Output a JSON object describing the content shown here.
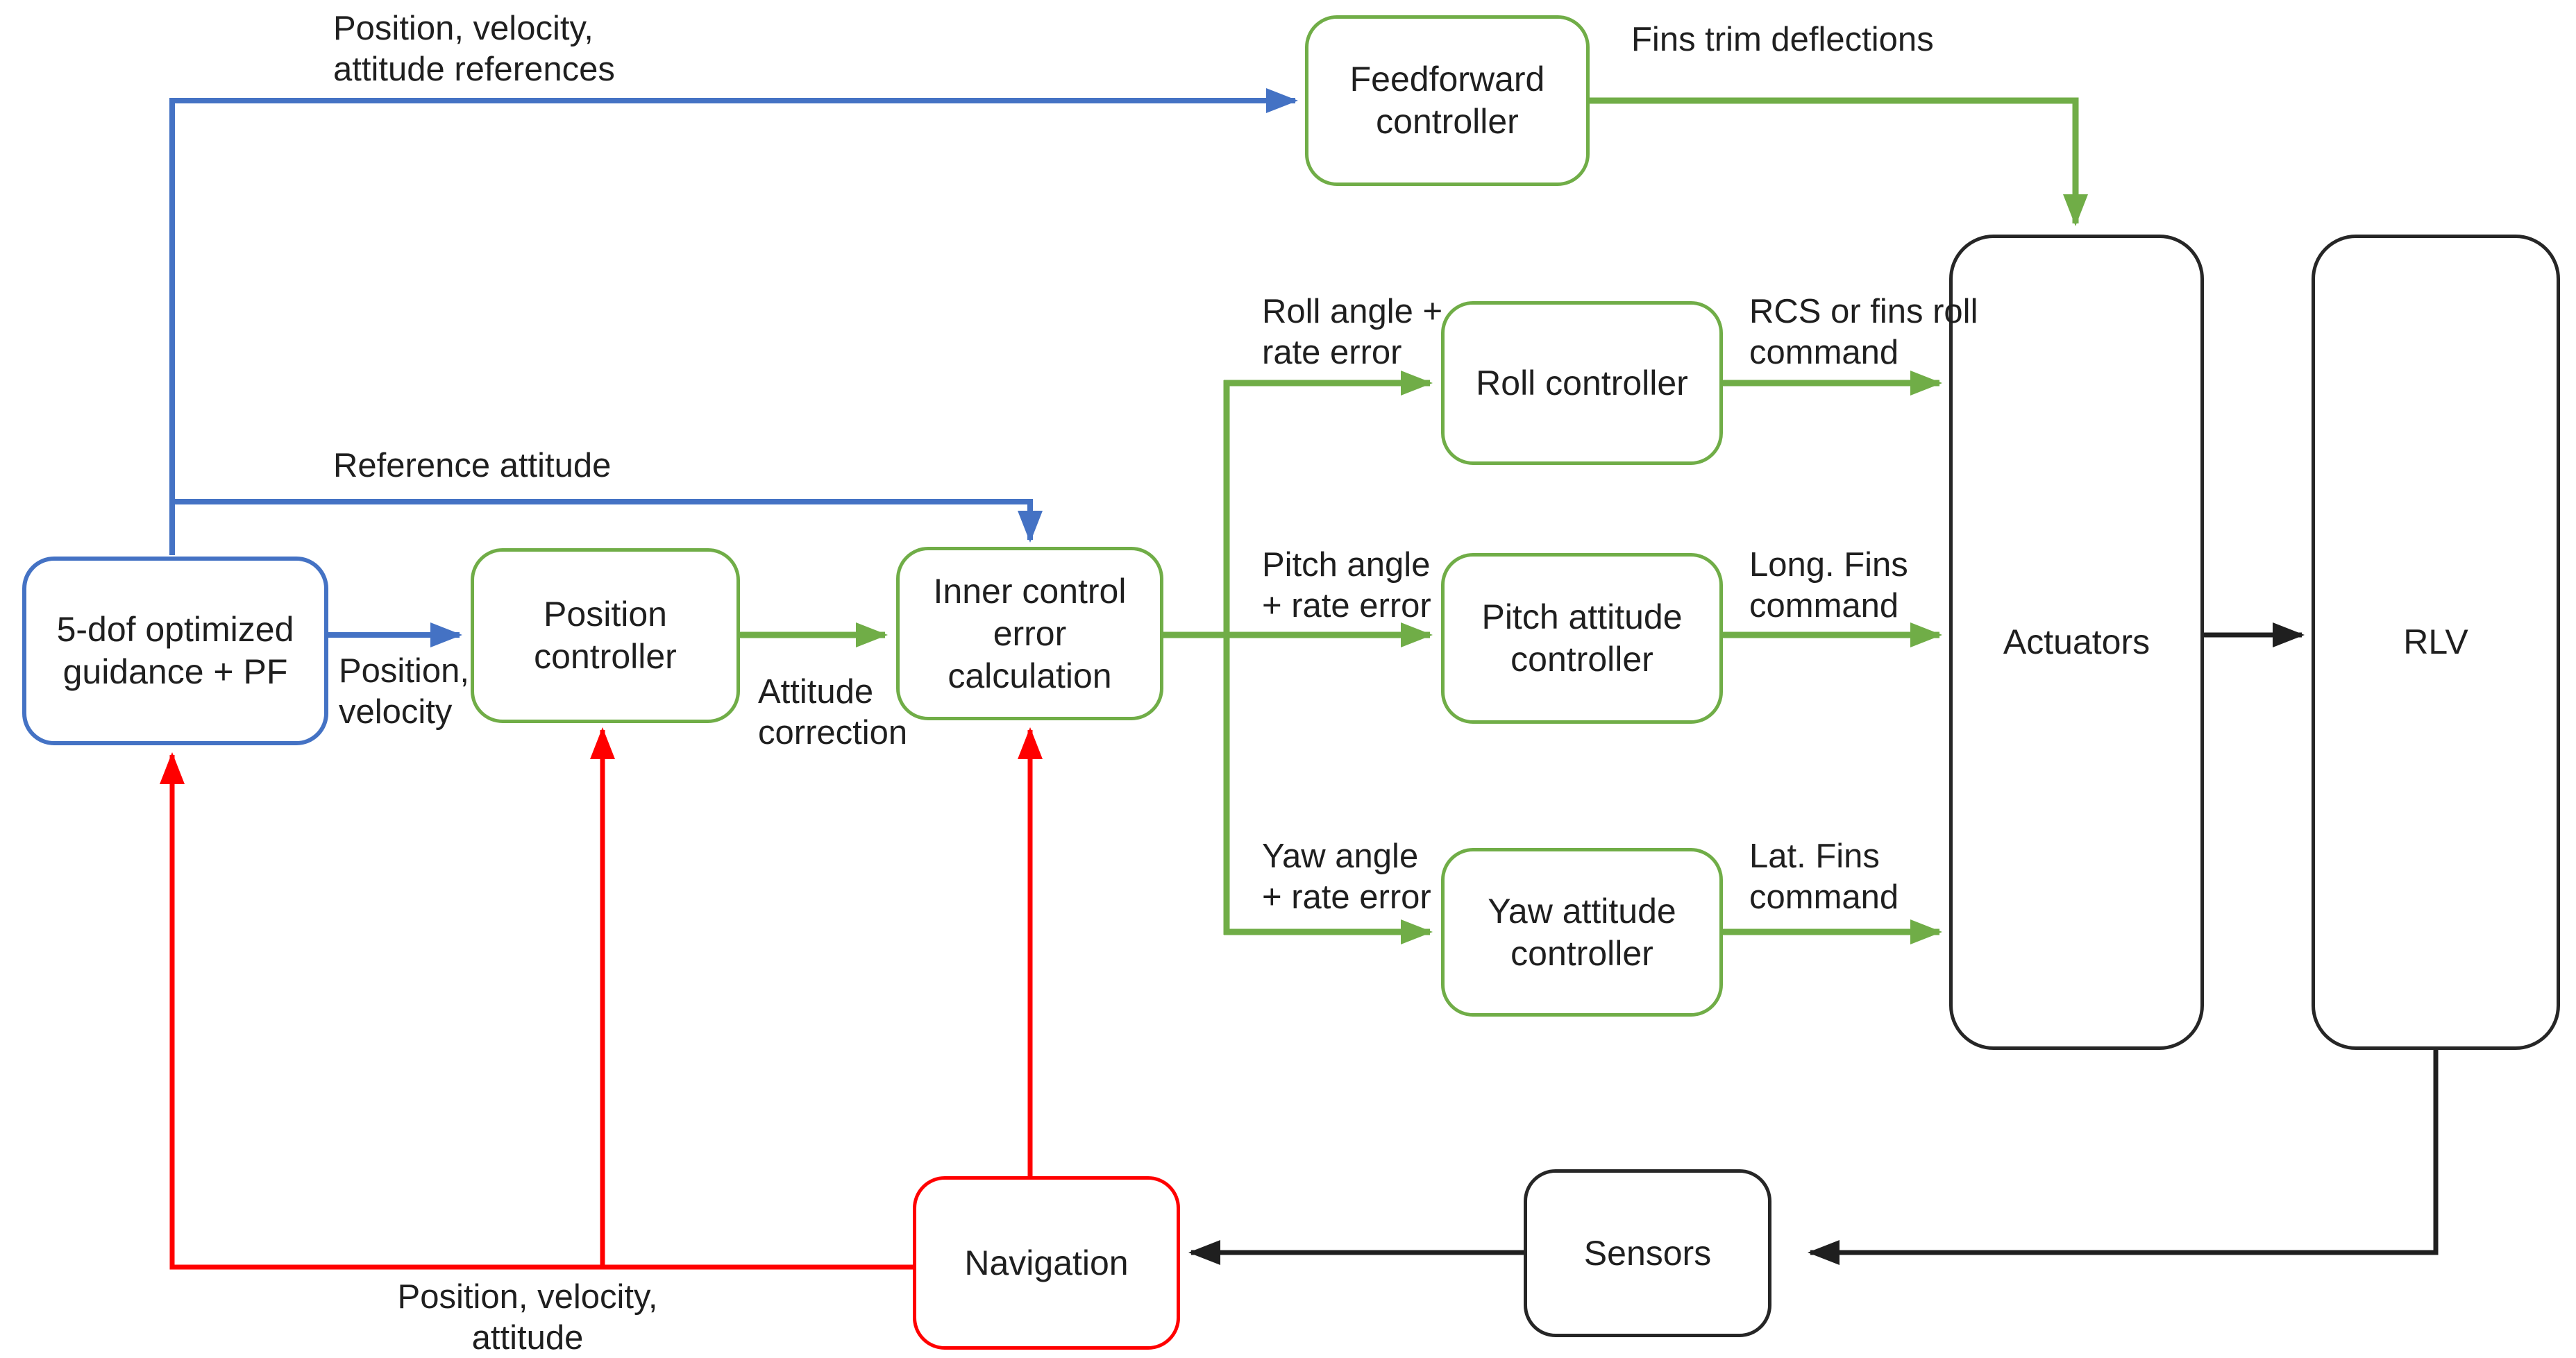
{
  "colors": {
    "blue": "#4472C4",
    "green": "#70AD47",
    "red": "#FF0000",
    "ink": "#1F1F1F"
  },
  "nodes": {
    "guidance": {
      "label": "5-dof optimized\nguidance + PF"
    },
    "position_controller": {
      "label": "Position\ncontroller"
    },
    "inner_control": {
      "label": "Inner control\nerror\ncalculation"
    },
    "feedforward": {
      "label": "Feedforward\ncontroller"
    },
    "roll_controller": {
      "label": "Roll controller"
    },
    "pitch_controller": {
      "label": "Pitch attitude\ncontroller"
    },
    "yaw_controller": {
      "label": "Yaw attitude\ncontroller"
    },
    "actuators": {
      "label": "Actuators"
    },
    "rlv": {
      "label": "RLV"
    },
    "navigation": {
      "label": "Navigation"
    },
    "sensors": {
      "label": "Sensors"
    }
  },
  "edge_labels": {
    "position_velocity_attitude_references": "Position, velocity,\nattitude references",
    "fins_trim_deflections": "Fins trim deflections",
    "reference_attitude": "Reference attitude",
    "position_velocity": "Position,\nvelocity",
    "attitude_correction": "Attitude\ncorrection",
    "roll_angle_rate_error": "Roll angle +\nrate error",
    "rcs_or_fins_roll_command": "RCS or fins roll\ncommand",
    "pitch_angle_rate_error": "Pitch  angle\n+ rate error",
    "long_fins_command": "Long. Fins\ncommand",
    "yaw_angle_rate_error": "Yaw   angle\n+ rate error",
    "lat_fins_command": "Lat. Fins\ncommand",
    "position_velocity_attitude": "Position, velocity,\nattitude"
  }
}
